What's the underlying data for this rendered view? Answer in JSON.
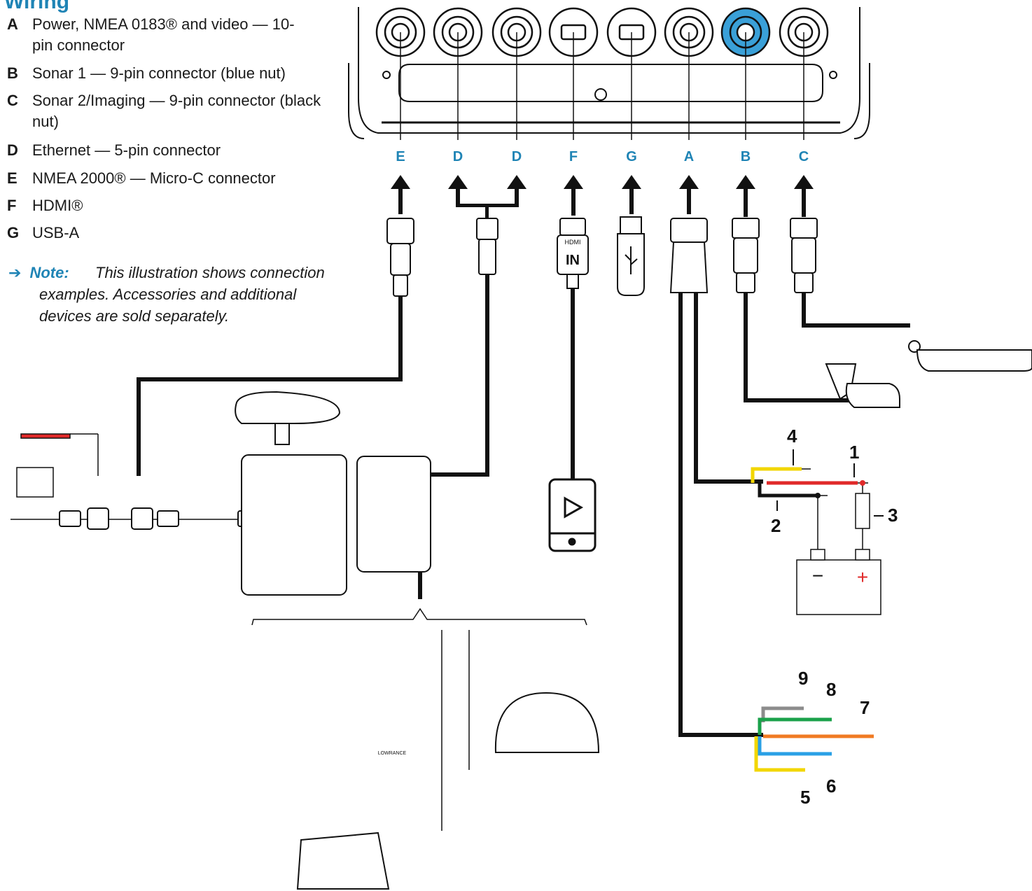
{
  "title": "Wiring",
  "legend": [
    {
      "key": "A",
      "desc": "Power, NMEA 0183® and video — 10-pin connector"
    },
    {
      "key": "B",
      "desc": "Sonar 1 — 9-pin connector (blue nut)"
    },
    {
      "key": "C",
      "desc": "Sonar 2/Imaging — 9-pin connector (black nut)"
    },
    {
      "key": "D",
      "desc": "Ethernet — 5-pin connector"
    },
    {
      "key": "E",
      "desc": "NMEA 2000® — Micro-C connector"
    },
    {
      "key": "F",
      "desc": "HDMI®"
    },
    {
      "key": "G",
      "desc": "USB-A"
    }
  ],
  "note": {
    "arrow": "➔",
    "label": "Note:",
    "text": "This illustration shows connection examples. Accessories and additional devices are sold separately."
  },
  "port_labels": [
    "E",
    "D",
    "D",
    "F",
    "G",
    "A",
    "B",
    "C"
  ],
  "wire_numbers": {
    "power": [
      "1",
      "2",
      "3",
      "4"
    ],
    "data": [
      "5",
      "6",
      "7",
      "8",
      "9"
    ]
  },
  "colors": {
    "accent": "#1f84b5",
    "blue_nut": "#3aa0d8",
    "wire_red": "#e02a2a",
    "wire_yellow": "#f2d600",
    "wire_black": "#111111",
    "wire_gray": "#8c8c8c",
    "wire_green": "#1aa14a",
    "wire_orange": "#f07a22",
    "wire_blue": "#2aa0e6"
  },
  "device_text": {
    "hdmi_logo": "HDMI",
    "hdmi_in": "IN",
    "battery_minus": "−",
    "battery_plus": "+",
    "brand": "LOWRANCE"
  }
}
